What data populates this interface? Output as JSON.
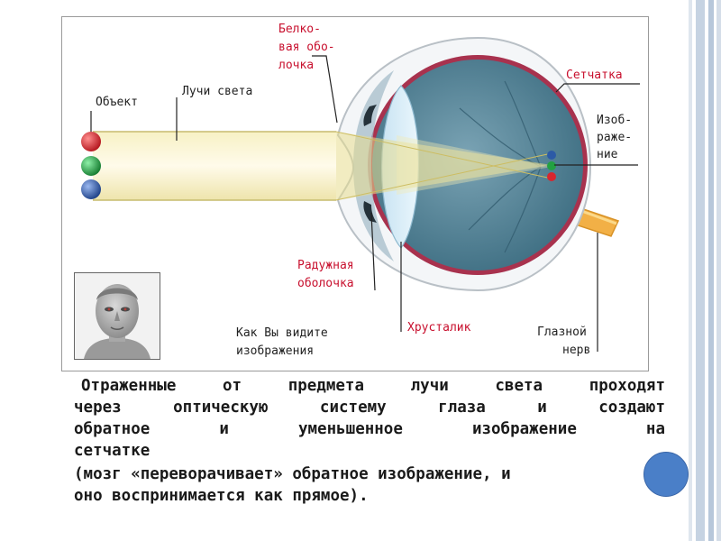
{
  "labels": {
    "object": "Объект",
    "light_rays": "Лучи света",
    "sclera": [
      "Белко-",
      "вая обо-",
      "лочка"
    ],
    "retina": "Сетчатка",
    "image": [
      "Изоб-",
      "раже-",
      "ние"
    ],
    "iris": [
      "Радужная",
      "оболочка"
    ],
    "how_you_see": [
      "Как Вы видите",
      "изображения"
    ],
    "lens": "Хрусталик",
    "optic_nerve": [
      "Глазной",
      "нерв"
    ]
  },
  "caption": {
    "line1": "Отраженные от предмета лучи света проходят",
    "line2": "через оптическую систему глаза и создают",
    "line3": "обратное и уменьшенное изображение на",
    "line4": "сетчатке",
    "line5": "(мозг «переворачивает» обратное изображение, и",
    "line6": "оно воспринимается как прямое)."
  },
  "colors": {
    "label_red": "#c8102e",
    "sclera": "#f2f4f6",
    "eye_interior": "#4f7d8f",
    "retina": "#a8324e",
    "optic_nerve": "#f0a830",
    "beam": "#e9dfa0",
    "ball_red": "#d8262e",
    "ball_green": "#23a142",
    "ball_blue": "#2c5aa6",
    "accent_dot": "#4a7fc8"
  },
  "icons": {
    "face": "face-portrait-icon"
  }
}
